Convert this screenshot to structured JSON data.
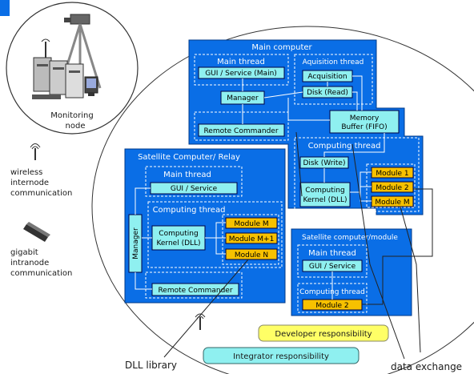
{
  "monitoring_node": {
    "label_line1": "Monitoring",
    "label_line2": "node"
  },
  "legend_left": {
    "wireless_line1": "wireless",
    "wireless_line2": "internode",
    "wireless_line3": "communication",
    "gigabit_line1": "gigabit",
    "gigabit_line2": "intranode",
    "gigabit_line3": "communication"
  },
  "main_computer": {
    "title": "Main computer",
    "main_thread": "Main thread",
    "gui_service": "GUI / Service (Main)",
    "manager": "Manager",
    "remote_commander": "Remote Commander",
    "acq_thread": "Aquisition thread",
    "acquisition": "Acquisition",
    "disk_read": "Disk (Read)",
    "memory_buffer_line1": "Memory",
    "memory_buffer_line2": "Buffer (FIFO)",
    "computing_thread": "Computing thread",
    "disk_write": "Disk (Write)",
    "kernel_line1": "Computing",
    "kernel_line2": "Kernel (DLL)",
    "module_1": "Module 1",
    "module_2": "Module 2",
    "module_m": "Module M"
  },
  "satellite_relay": {
    "title": "Satellite Computer/ Relay",
    "main_thread": "Main thread",
    "gui_service": "GUI / Service",
    "manager": "Manager",
    "computing_thread": "Computing thread",
    "kernel_line1": "Computing",
    "kernel_line2": "Kernel (DLL)",
    "module_m": "Module M",
    "module_m1": "Module M+1",
    "module_n": "Module N",
    "remote_commander": "Remote Commander"
  },
  "satellite_module": {
    "title": "Satellite computer/module",
    "main_thread": "Main thread",
    "gui_service": "GUI / Service",
    "computing_thread": "Computing thread",
    "module_2": "Module 2"
  },
  "legend": {
    "developer": "Developer responsibility",
    "integrator": "Integrator responsibility"
  },
  "callouts": {
    "dll_library": "DLL library",
    "data_exchange": "data exchange"
  },
  "colors": {
    "container_blue": "#0a6ee6",
    "cyan_box": "#8ff0f0",
    "module_yellow": "#f7c100",
    "developer_yellow": "#ffff66"
  }
}
